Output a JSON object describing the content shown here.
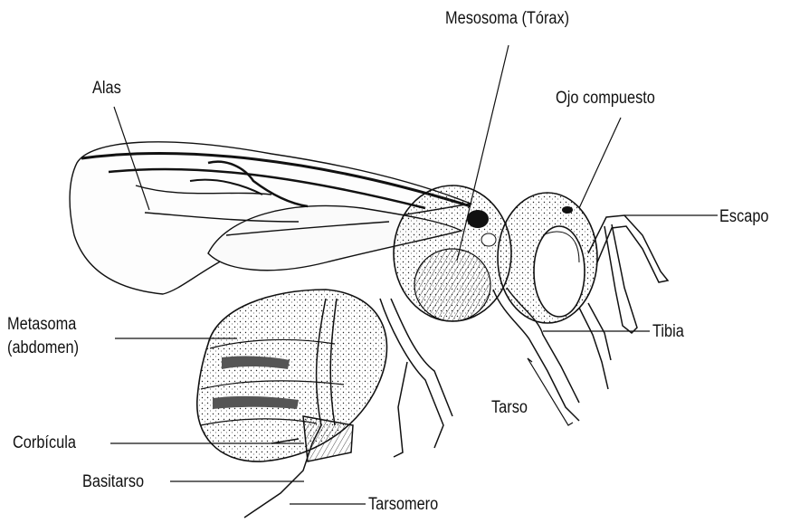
{
  "labels": {
    "mesosoma": "Mesosoma (Tórax)",
    "alas": "Alas",
    "ojo": "Ojo compuesto",
    "escapo": "Escapo",
    "metasoma_1": "Metasoma",
    "metasoma_2": "(abdomen)",
    "tibia": "Tibia",
    "tarso": "Tarso",
    "corbicula": "Corbícula",
    "basitarso": "Basitarso",
    "tarsomero": "Tarsomero"
  }
}
